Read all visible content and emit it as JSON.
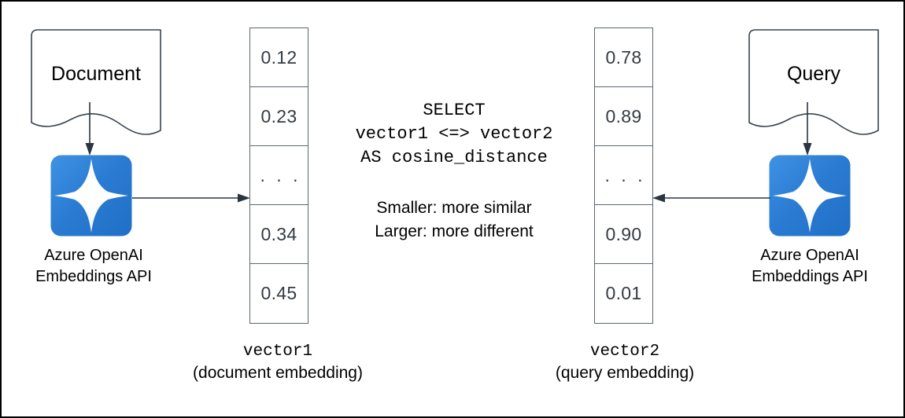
{
  "diagram": {
    "title": "Azure OpenAI embeddings cosine distance diagram",
    "border_color": "#000000",
    "background": "#ffffff",
    "accent_blue": "#2f80d8",
    "cell_border": "#5c6670",
    "cell_text_color": "#333b43"
  },
  "left": {
    "source_label": "Document",
    "service_line1": "Azure OpenAI",
    "service_line2": "Embeddings API",
    "service_icon": "azure-openai-sparkle-icon",
    "arrow_source_to_service": "arrow-down-icon",
    "arrow_service_to_vector": "arrow-right-icon"
  },
  "right": {
    "source_label": "Query",
    "service_line1": "Azure OpenAI",
    "service_line2": "Embeddings API",
    "service_icon": "azure-openai-sparkle-icon",
    "arrow_source_to_service": "arrow-down-icon",
    "arrow_service_to_vector": "arrow-left-icon"
  },
  "vector1": {
    "cells": [
      "0.12",
      "0.23",
      ". . .",
      "0.34",
      "0.45"
    ],
    "caption_mono": "vector1",
    "caption_sans": "(document embedding)"
  },
  "vector2": {
    "cells": [
      "0.78",
      "0.89",
      ". . .",
      "0.90",
      "0.01"
    ],
    "caption_mono": "vector2",
    "caption_sans": "(query embedding)"
  },
  "center": {
    "sql_line1": "SELECT",
    "sql_line2": "vector1 <=> vector2",
    "sql_line3": "AS cosine_distance",
    "note_line1": "Smaller: more similar",
    "note_line2": "Larger: more different"
  }
}
